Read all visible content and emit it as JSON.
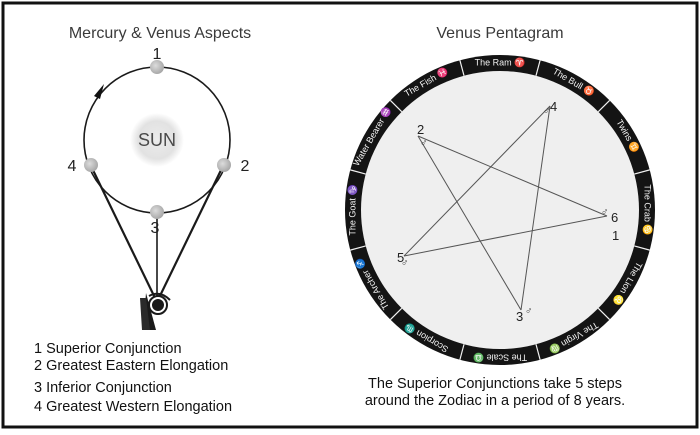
{
  "left_panel": {
    "title": "Mercury & Venus Aspects",
    "sun_label": "SUN",
    "position_numbers": [
      "1",
      "2",
      "3",
      "4"
    ],
    "legend": [
      "1  Superior Conjunction",
      "2  Greatest Eastern Elongation",
      "3  Inferior Conjunction",
      "4  Greatest Western Elongation"
    ]
  },
  "right_panel": {
    "title": "Venus Pentagram",
    "zodiac_signs": [
      {
        "name": "The Ram",
        "glyph": "♈"
      },
      {
        "name": "The Bull",
        "glyph": "♉"
      },
      {
        "name": "Twins",
        "glyph": "♊"
      },
      {
        "name": "The Crab",
        "glyph": "♋"
      },
      {
        "name": "The Lion",
        "glyph": "♌"
      },
      {
        "name": "The Virgin",
        "glyph": "♍"
      },
      {
        "name": "The Scale",
        "glyph": "♎"
      },
      {
        "name": "Scorpion",
        "glyph": "♏"
      },
      {
        "name": "The Archer",
        "glyph": "♐"
      },
      {
        "name": "The Goat",
        "glyph": "♑"
      },
      {
        "name": "Water Bearer",
        "glyph": "♒"
      },
      {
        "name": "The Fish",
        "glyph": "♓"
      }
    ],
    "pentagram_points": [
      "1",
      "2",
      "3",
      "4",
      "5",
      "6"
    ],
    "caption_line1": "The Superior Conjunctions take 5 steps",
    "caption_line2": "around the Zodiac in a period of 8 years."
  },
  "colors": {
    "frame": "#111111",
    "ink": "#1a1a1a",
    "planet": "#b8b8b8",
    "sun_glow": "#e6e6e6",
    "zodiac_band": "#141414",
    "zodiac_text": "#f2f2f2",
    "inner_disk": "#efefef"
  }
}
